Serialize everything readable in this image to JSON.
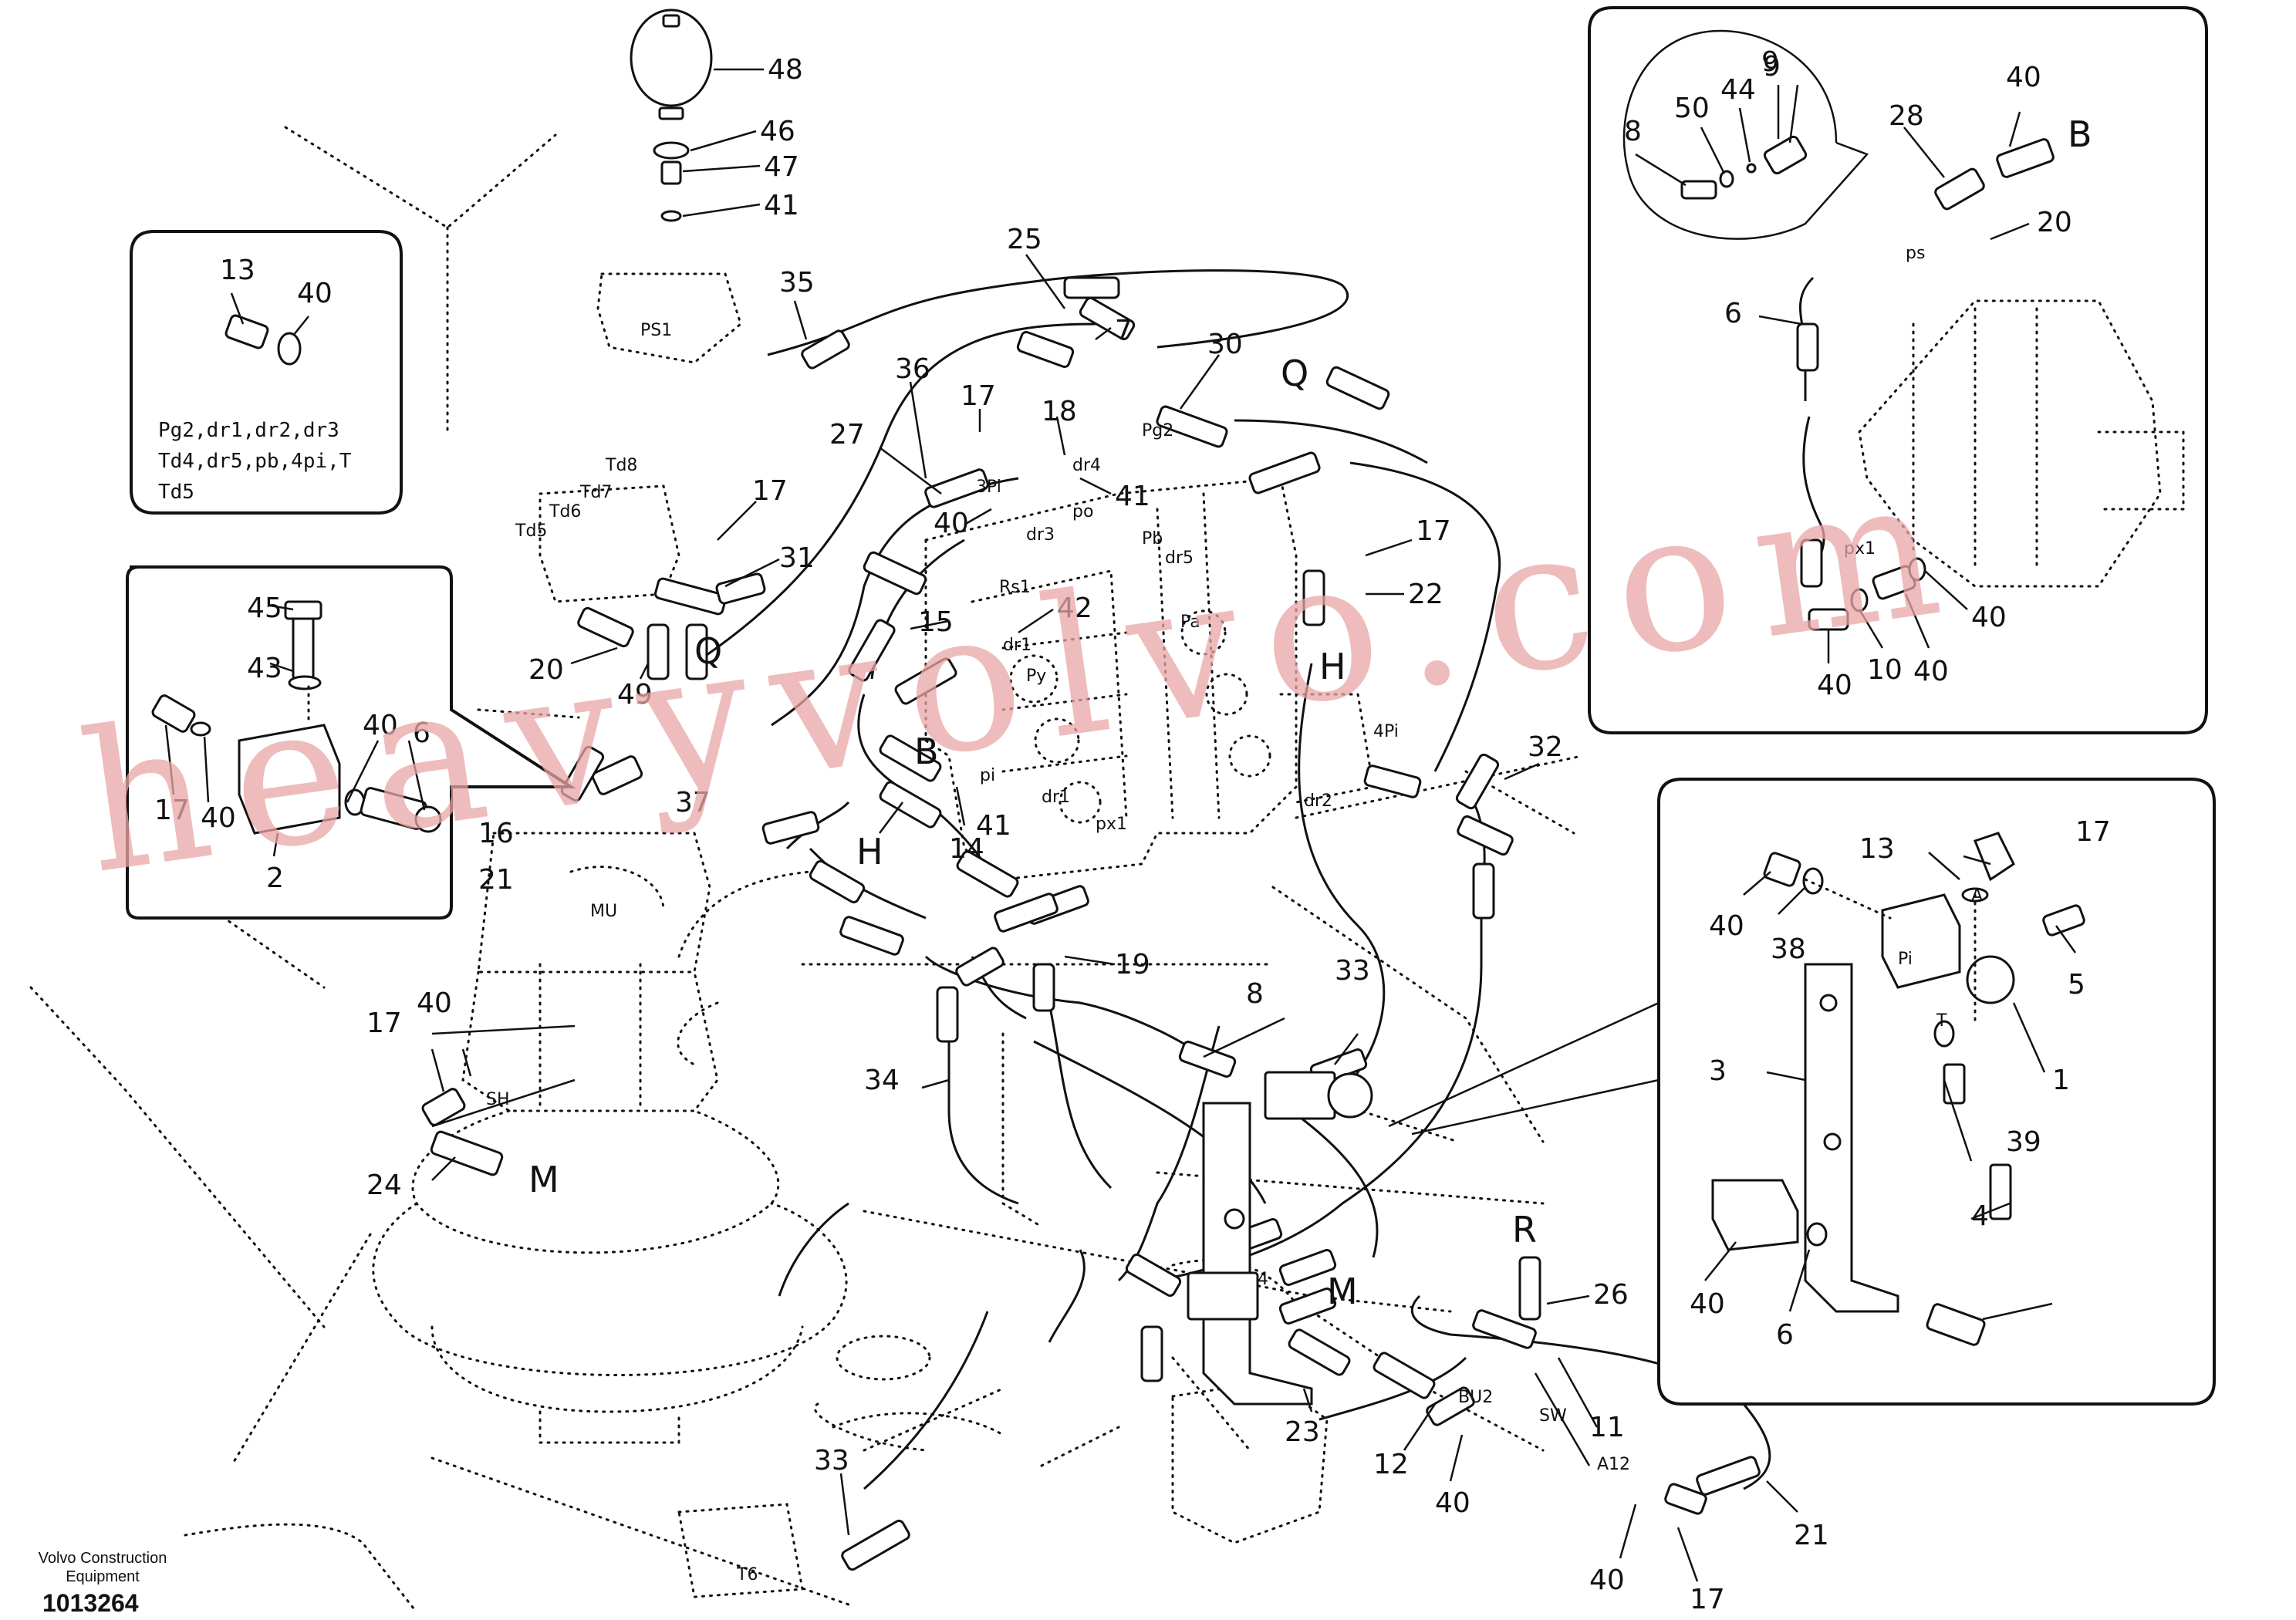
{
  "legend": {
    "ports_text": "Pg2,dr1,dr2,dr3\nTd4,dr5,pb,4pi,T\nTd5"
  },
  "company": {
    "line1": "Volvo Construction",
    "line2": "Equipment"
  },
  "drawing_number": "1013264",
  "watermark": "heavyvolvo.com",
  "callouts": [
    {
      "label": "48"
    },
    {
      "label": "46"
    },
    {
      "label": "47"
    },
    {
      "label": "41"
    },
    {
      "label": "35"
    },
    {
      "label": "13"
    },
    {
      "label": "40"
    },
    {
      "label": "25"
    },
    {
      "label": "7"
    },
    {
      "label": "30"
    },
    {
      "label": "36"
    },
    {
      "label": "17"
    },
    {
      "label": "18"
    },
    {
      "label": "27"
    },
    {
      "label": "40"
    },
    {
      "label": "41"
    },
    {
      "label": "17"
    },
    {
      "label": "31"
    },
    {
      "label": "17"
    },
    {
      "label": "22"
    },
    {
      "label": "15"
    },
    {
      "label": "42"
    },
    {
      "label": "20"
    },
    {
      "label": "49"
    },
    {
      "label": "45"
    },
    {
      "label": "43"
    },
    {
      "label": "40"
    },
    {
      "label": "6"
    },
    {
      "label": "17"
    },
    {
      "label": "40"
    },
    {
      "label": "2"
    },
    {
      "label": "37"
    },
    {
      "label": "16"
    },
    {
      "label": "21"
    },
    {
      "label": "14"
    },
    {
      "label": "41"
    },
    {
      "label": "32"
    },
    {
      "label": "19"
    },
    {
      "label": "8"
    },
    {
      "label": "33"
    },
    {
      "label": "34"
    },
    {
      "label": "17"
    },
    {
      "label": "40"
    },
    {
      "label": "24"
    },
    {
      "label": "26"
    },
    {
      "label": "11"
    },
    {
      "label": "23"
    },
    {
      "label": "12"
    },
    {
      "label": "40"
    },
    {
      "label": "33"
    },
    {
      "label": "40"
    },
    {
      "label": "17"
    },
    {
      "label": "21"
    },
    {
      "label": "9"
    },
    {
      "label": "8"
    },
    {
      "label": "50"
    },
    {
      "label": "44"
    },
    {
      "label": "9"
    },
    {
      "label": "28"
    },
    {
      "label": "40"
    },
    {
      "label": "20"
    },
    {
      "label": "6"
    },
    {
      "label": "40"
    },
    {
      "label": "10"
    },
    {
      "label": "40"
    },
    {
      "label": "40"
    },
    {
      "label": "17"
    },
    {
      "label": "13"
    },
    {
      "label": "40"
    },
    {
      "label": "38"
    },
    {
      "label": "5"
    },
    {
      "label": "3"
    },
    {
      "label": "1"
    },
    {
      "label": "39"
    },
    {
      "label": "4"
    },
    {
      "label": "40"
    },
    {
      "label": "6"
    }
  ],
  "port_labels": [
    {
      "label": "PS1"
    },
    {
      "label": "Pg2"
    },
    {
      "label": "3Pi"
    },
    {
      "label": "dr4"
    },
    {
      "label": "po"
    },
    {
      "label": "dr3"
    },
    {
      "label": "Pb"
    },
    {
      "label": "dr5"
    },
    {
      "label": "Rs1"
    },
    {
      "label": "dr1"
    },
    {
      "label": "Pa"
    },
    {
      "label": "Py"
    },
    {
      "label": "pi"
    },
    {
      "label": "dr1"
    },
    {
      "label": "px1"
    },
    {
      "label": "4Pi"
    },
    {
      "label": "dr2"
    },
    {
      "label": "Td8"
    },
    {
      "label": "Td7"
    },
    {
      "label": "Td6"
    },
    {
      "label": "Td5"
    },
    {
      "label": "MU"
    },
    {
      "label": "SH"
    },
    {
      "label": "4"
    },
    {
      "label": "BU2"
    },
    {
      "label": "SW"
    },
    {
      "label": "A12"
    },
    {
      "label": "T6"
    },
    {
      "label": "ps"
    },
    {
      "label": "px1"
    },
    {
      "label": "A"
    },
    {
      "label": "Pi"
    },
    {
      "label": "T"
    }
  ],
  "line_letters": [
    {
      "label": "Q"
    },
    {
      "label": "Q"
    },
    {
      "label": "H"
    },
    {
      "label": "B"
    },
    {
      "label": "H"
    },
    {
      "label": "M"
    },
    {
      "label": "M"
    },
    {
      "label": "R"
    },
    {
      "label": "B"
    }
  ]
}
